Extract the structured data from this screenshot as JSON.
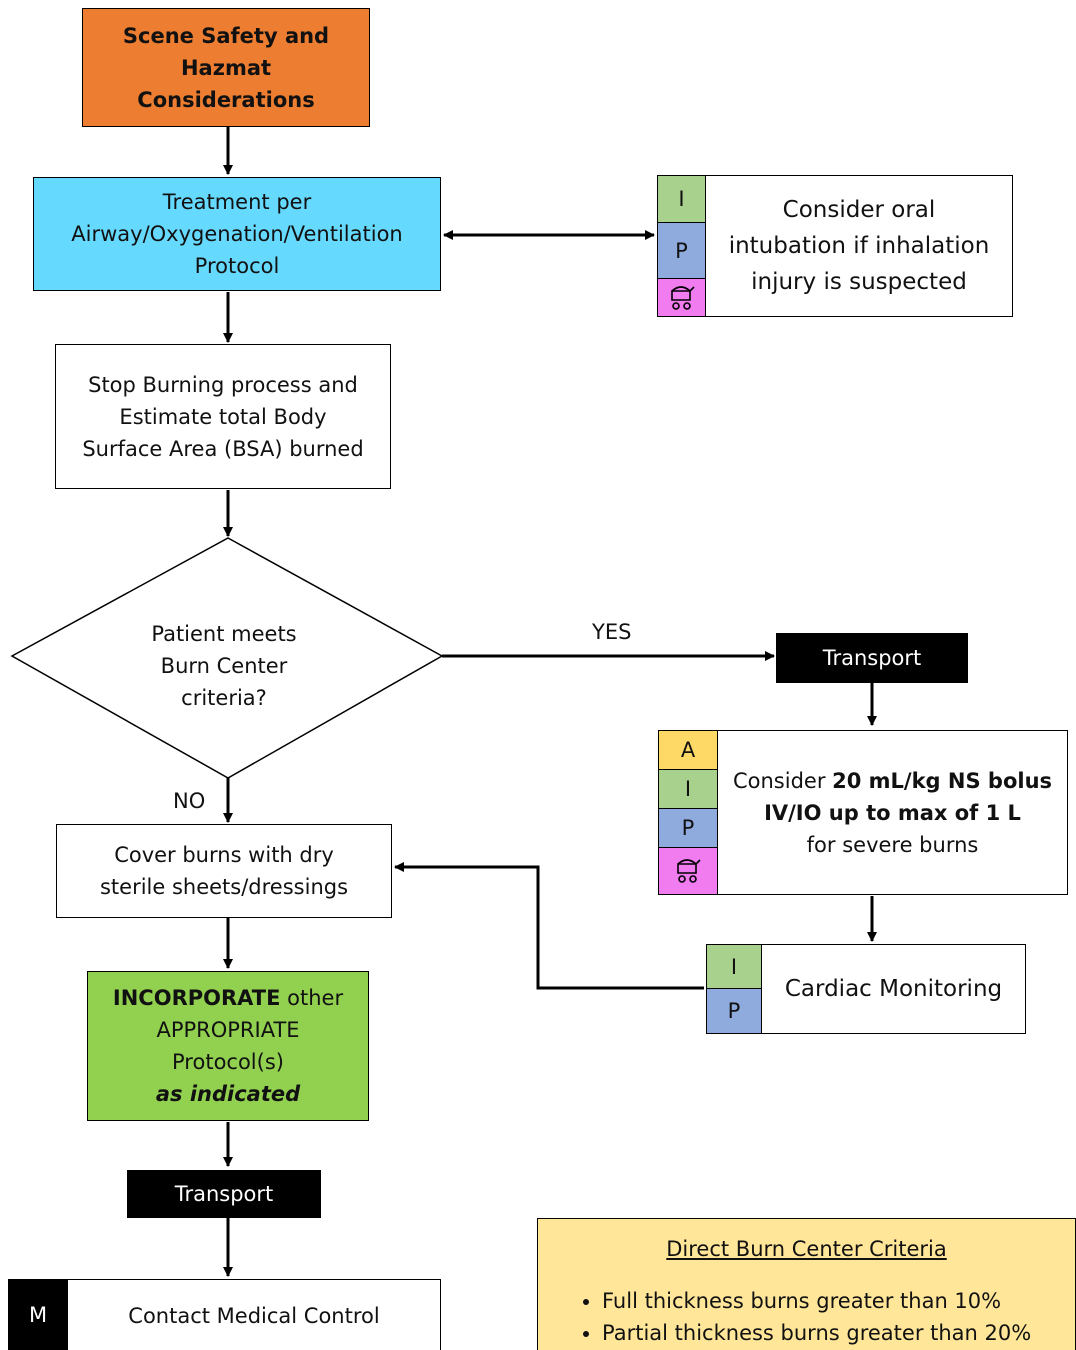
{
  "flowchart": {
    "scene_safety": [
      "Scene Safety and",
      "Hazmat",
      "Considerations"
    ],
    "airway": [
      "Treatment per",
      "Airway/Oxygenation/Ventilation",
      "Protocol"
    ],
    "intubation": [
      "Consider oral",
      "intubation if inhalation",
      "injury is suspected"
    ],
    "stop_burning": [
      "Stop Burning process and",
      "Estimate total Body",
      "Surface Area (BSA) burned"
    ],
    "decision": [
      "Patient meets",
      "Burn Center",
      "criteria?"
    ],
    "yes_label": "YES",
    "no_label": "NO",
    "transport_label": "Transport",
    "fluid": {
      "line1_prefix": "Consider ",
      "line1_bold": "20 mL/kg NS bolus",
      "line2_bold": "IV/IO up to max of 1 L",
      "line3": "for severe burns"
    },
    "cover_burns": [
      "Cover burns with dry",
      "sterile sheets/dressings"
    ],
    "cardiac": "Cardiac Monitoring",
    "incorporate": {
      "bold": "INCORPORATE",
      "rest": " other",
      "line2": "APPROPRIATE",
      "line3": "Protocol(s)",
      "line4": "as indicated"
    },
    "contact": "Contact Medical Control",
    "certs": {
      "A": "A",
      "I": "I",
      "P": "P",
      "M": "M",
      "pediatric_icon": "stroller-icon"
    }
  },
  "criteria": {
    "title": "Direct Burn Center Criteria",
    "items": [
      "Full thickness burns greater than 10%",
      "Partial thickness burns greater than 20%"
    ]
  },
  "colors": {
    "orange": "#ED7D31",
    "blue": "#66D9FF",
    "green": "#92D050",
    "cert_A": "#FFD966",
    "cert_I": "#A9D18E",
    "cert_P": "#8FAADC",
    "cert_peds": "#F07CF0",
    "criteria_bg": "#FFE699"
  }
}
